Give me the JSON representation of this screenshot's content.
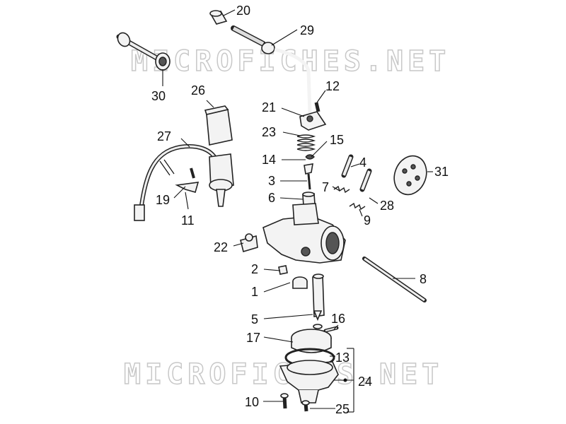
{
  "watermark": {
    "text": "MICROFICHES.NET",
    "color": "#c8c8c8"
  },
  "callouts": [
    {
      "id": "c20",
      "label": "20"
    },
    {
      "id": "c29",
      "label": "29"
    },
    {
      "id": "c30",
      "label": "30"
    },
    {
      "id": "c26",
      "label": "26"
    },
    {
      "id": "c12",
      "label": "12"
    },
    {
      "id": "c21",
      "label": "21"
    },
    {
      "id": "c23",
      "label": "23"
    },
    {
      "id": "c15",
      "label": "15"
    },
    {
      "id": "c27",
      "label": "27"
    },
    {
      "id": "c14",
      "label": "14"
    },
    {
      "id": "c4",
      "label": "4"
    },
    {
      "id": "c31",
      "label": "31"
    },
    {
      "id": "c3",
      "label": "3"
    },
    {
      "id": "c7",
      "label": "7"
    },
    {
      "id": "c19",
      "label": "19"
    },
    {
      "id": "c6",
      "label": "6"
    },
    {
      "id": "c28",
      "label": "28"
    },
    {
      "id": "c11",
      "label": "11"
    },
    {
      "id": "c9",
      "label": "9"
    },
    {
      "id": "c22",
      "label": "22"
    },
    {
      "id": "c2",
      "label": "2"
    },
    {
      "id": "c8",
      "label": "8"
    },
    {
      "id": "c1",
      "label": "1"
    },
    {
      "id": "c5",
      "label": "5"
    },
    {
      "id": "c16",
      "label": "16"
    },
    {
      "id": "c17",
      "label": "17"
    },
    {
      "id": "c13",
      "label": "13"
    },
    {
      "id": "c24",
      "label": "24"
    },
    {
      "id": "c10",
      "label": "10"
    },
    {
      "id": "c25",
      "label": "25"
    }
  ]
}
